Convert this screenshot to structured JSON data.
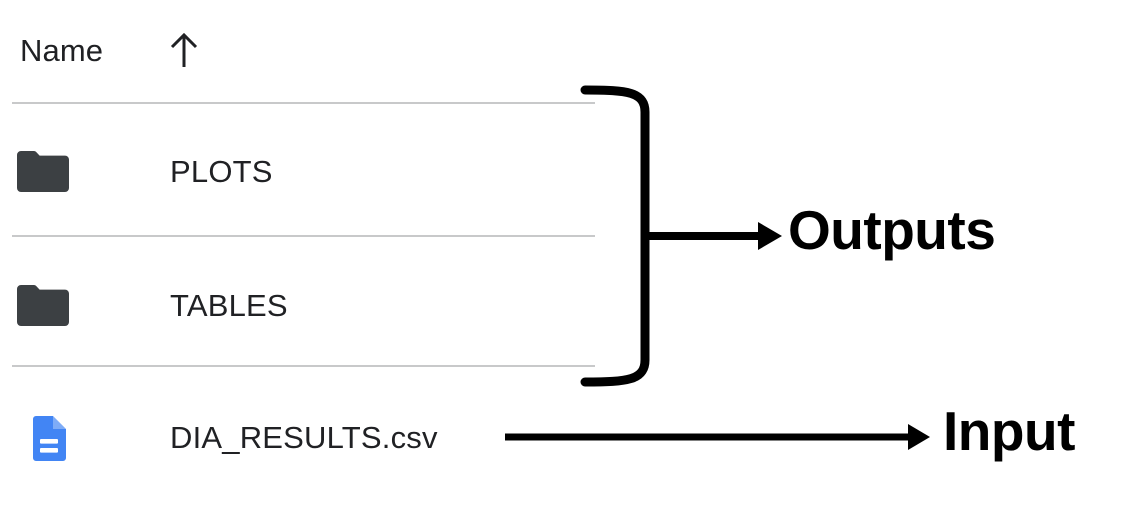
{
  "file_list": {
    "column_header": {
      "label": "Name",
      "sort_icon": "sort-ascending-arrow-icon",
      "sort_direction": "ascending"
    },
    "rows": [
      {
        "name": "PLOTS",
        "type": "folder",
        "icon": "folder-icon",
        "icon_color": "#3c4043"
      },
      {
        "name": "TABLES",
        "type": "folder",
        "icon": "folder-icon",
        "icon_color": "#3c4043"
      },
      {
        "name": "DIA_RESULTS.csv",
        "type": "file",
        "icon": "document-icon",
        "icon_color": "#4285f4"
      }
    ]
  },
  "annotations": [
    {
      "label": "Outputs",
      "marker": "curly-brace-with-arrow",
      "targets": [
        "PLOTS",
        "TABLES"
      ]
    },
    {
      "label": "Input",
      "marker": "arrow",
      "targets": [
        "DIA_RESULTS.csv"
      ]
    }
  ],
  "colors": {
    "text": "#202124",
    "annotation": "#000000",
    "divider": "#c8c9ca",
    "folder": "#3c4043",
    "document": "#4285f4",
    "background": "#ffffff"
  }
}
